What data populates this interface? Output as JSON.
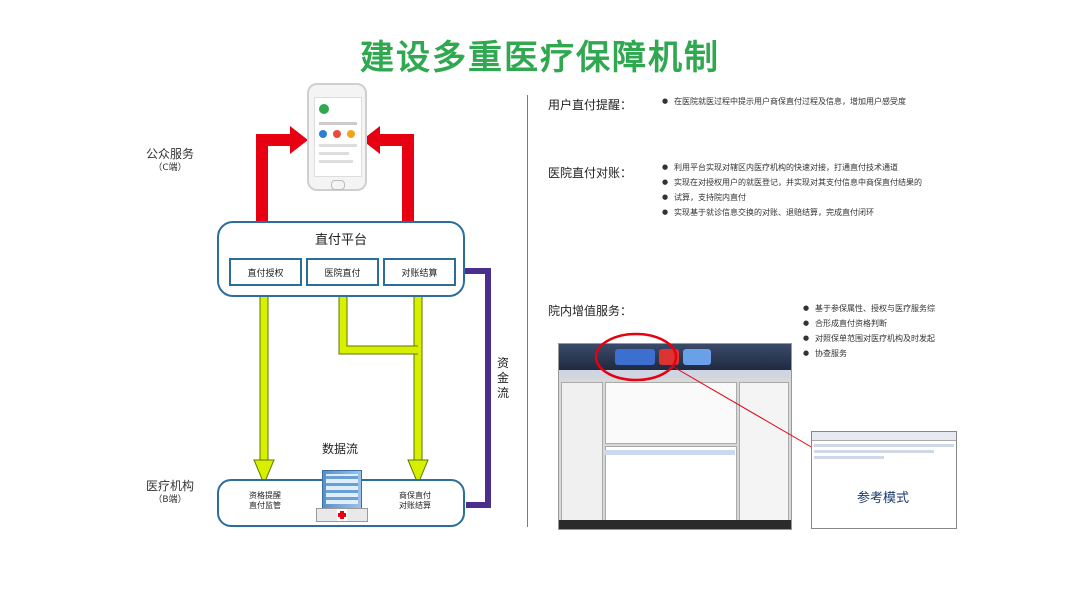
{
  "title": "建设多重医疗保障机制",
  "left_diagram": {
    "public_service": {
      "line1": "公众服务",
      "line2": "（C端）"
    },
    "medical_institution": {
      "line1": "医疗机构",
      "line2": "（B端）"
    },
    "platform": {
      "title": "直付平台",
      "modules": [
        "直付授权",
        "医院直付",
        "对账结算"
      ]
    },
    "data_flow_label": "数据流",
    "capital_flow_label": [
      "资",
      "金",
      "流"
    ],
    "institution_items": [
      {
        "line1": "资格提醒",
        "line2": "直付监管"
      },
      {
        "line1": "商保直付",
        "line2": "对账结算"
      }
    ],
    "colors": {
      "red_arrow": "#e60012",
      "yellow_arrow": "#d8f000",
      "purple_line": "#4b2f8f",
      "box_border": "#2c6e9b"
    }
  },
  "right_panel": {
    "sections": [
      {
        "title": "用户直付提醒：",
        "bullets": [
          "在医院就医过程中提示用户商保直付过程及信息，增加用户感受度"
        ]
      },
      {
        "title": "医院直付对账：",
        "bullets": [
          "利用平台实现对辖区内医疗机构的快速对接，打通直付技术通道",
          "实现在对授权用户的就医登记，并实现对其支付信息中商保直付结果的",
          "试算，支持院内直付",
          "实现基于就诊信息交换的对账、退赔结算，完成直付闭环"
        ]
      },
      {
        "title": "院内增值服务：",
        "bullets": [
          "基于参保属性、授权与医疗服务综",
          "合形成直付资格判断",
          "对照保单范围对医疗机构及时发起",
          "协查服务"
        ]
      }
    ],
    "reference_label": "参考模式"
  }
}
